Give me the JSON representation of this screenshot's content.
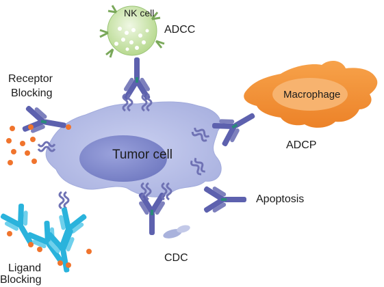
{
  "labels": {
    "nk_cell": "NK cell",
    "adcc": "ADCC",
    "receptor_blocking_line1": "Receptor",
    "receptor_blocking_line2": "Blocking",
    "macrophage": "Macrophage",
    "adcp": "ADCP",
    "tumor_cell": "Tumor cell",
    "apoptosis": "Apoptosis",
    "cdc": "CDC",
    "ligand_blocking_line1": "Ligand",
    "ligand_blocking_line2": "Blocking"
  },
  "colors": {
    "tumor_fill": "#b9c0e6",
    "nucleus_fill": "#8790cf",
    "antibody": "#5d61ae",
    "antibody_dark": "#3e418a",
    "receptor": "#7d80bd",
    "nk_fill": "#cfe7b4",
    "nk_granule": "#ffffff",
    "macrophage": "#f2963a",
    "macrophage_nucleus": "#f7b06b",
    "ligand_antibody": "#2ab3dc",
    "ligand_dot": "#f0742d",
    "complement": "#a9b2dc"
  }
}
